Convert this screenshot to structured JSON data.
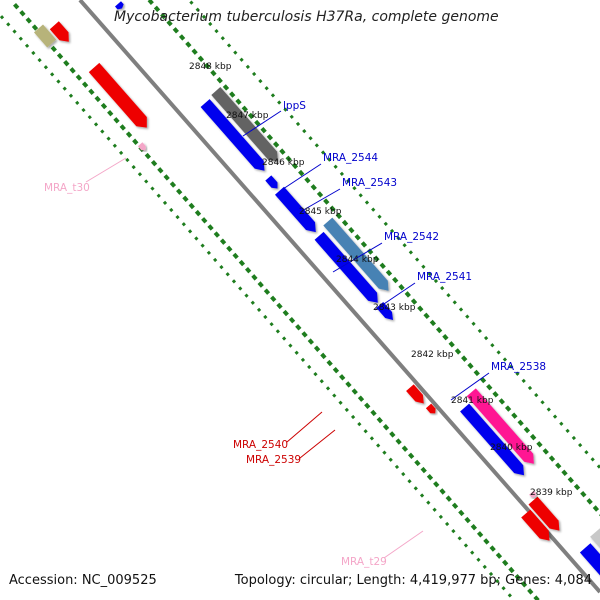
{
  "title": "Mycobacterium tuberculosis H37Ra, complete genome",
  "footer": {
    "accession": "Accession: NC_009525",
    "topology": "Topology: circular; Length: 4,419,977 bp; Genes: 4,084"
  },
  "colors": {
    "backbone": "#7f7f7f",
    "tick": "#1e7d1e",
    "forward_cds": "#0000ee",
    "reverse_cds": "#ee0000",
    "trna": "#f4a6c8",
    "rrna_like": "#b7b37a",
    "other": "#ff1493",
    "highlight_dark": "#646464",
    "highlight_blue": "#4682b4",
    "highlight_grey": "#c8c8c8"
  },
  "scale_labels": [
    "2848 kbp",
    "2847 kbp",
    "2846 kbp",
    "2845 kbp",
    "2844 kbp",
    "2843 kbp",
    "2842 kbp",
    "2841 kbp",
    "2840 kbp",
    "2839 kbp"
  ],
  "gene_labels": [
    {
      "text": "lppS",
      "color": "#0000cc"
    },
    {
      "text": "MRA_2544",
      "color": "#0000cc"
    },
    {
      "text": "MRA_2543",
      "color": "#0000cc"
    },
    {
      "text": "MRA_2542",
      "color": "#0000cc"
    },
    {
      "text": "MRA_2541",
      "color": "#0000cc"
    },
    {
      "text": "MRA_2538",
      "color": "#0000cc"
    },
    {
      "text": "MRA_2540",
      "color": "#cc0000"
    },
    {
      "text": "MRA_2539",
      "color": "#cc0000"
    },
    {
      "text": "MRA_t30",
      "color": "#f4a6c8"
    },
    {
      "text": "MRA_t29",
      "color": "#f4a6c8"
    }
  ]
}
